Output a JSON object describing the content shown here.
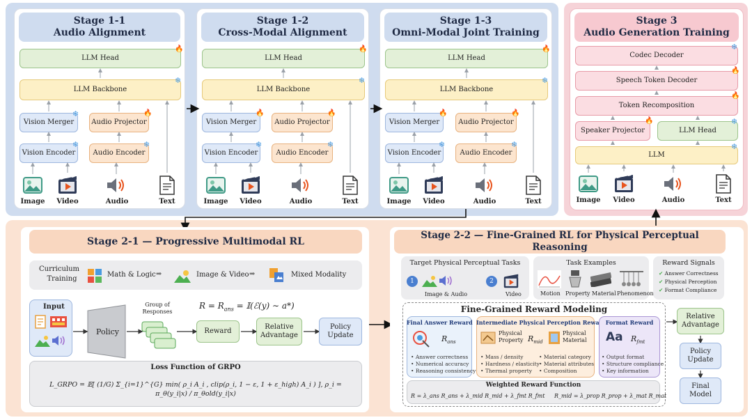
{
  "stage1": [
    {
      "title_line1": "Stage 1-1",
      "title_line2": "Audio Alignment"
    },
    {
      "title_line1": "Stage 1-2",
      "title_line2": "Cross-Modal Alignment"
    },
    {
      "title_line1": "Stage 1-3",
      "title_line2": "Omni-Modal Joint Training"
    }
  ],
  "common": {
    "llm_head": "LLM Head",
    "llm_backbone": "LLM Backbone",
    "vision_merger": "Vision Merger",
    "vision_encoder": "Vision Encoder",
    "audio_projector": "Audio Projector",
    "audio_encoder": "Audio Encoder",
    "image": "Image",
    "video": "Video",
    "audio": "Audio",
    "text": "Text"
  },
  "stage3": {
    "title_line1": "Stage 3",
    "title_line2": "Audio Generation Training",
    "codec_decoder": "Codec Decoder",
    "speech_token_decoder": "Speech Token Decoder",
    "token_recomposition": "Token Recomposition",
    "speaker_projector": "Speaker Projector",
    "llm_head": "LLM Head",
    "llm": "LLM"
  },
  "stage21": {
    "title": "Stage 2-1 — Progressive Multimodal RL",
    "curriculum_line1": "Curriculum",
    "curriculum_line2": "Training",
    "c1": "Math & Logic",
    "c2": "Image & Video",
    "c3": "Mixed Modality",
    "input": "Input",
    "policy": "Policy",
    "group_line1": "Group of",
    "group_line2": "Responses",
    "formula_r": "R = R",
    "formula_r_sub": "ans",
    "formula_rhs": " =  𝕀(ℰ(y) ∼ a*)",
    "reward": "Reward",
    "rel_adv_line1": "Relative",
    "rel_adv_line2": "Advantage",
    "policy_update_line1": "Policy",
    "policy_update_line2": "Update",
    "loss_title": "Loss Function of GRPO",
    "loss_formula": "L_GRPO = 𝔼[ (1/G) Σ_{i=1}^{G} min( ρ_i A_i , clip(ρ_i, 1 − ε, 1 + ε_high) A_i ) ],   ρ_i = π_θ(y_i|x) / π_θold(y_i|x)"
  },
  "stage22": {
    "title": "Stage 2-2 — Fine-Grained RL for Physical Perceptual Reasoning",
    "target_title": "Target Physical Perceptual Tasks",
    "n1": "1",
    "n2": "2",
    "t1": "Image & Audio",
    "t2": "Video",
    "examples_title": "Task Examples",
    "e1": "Motion",
    "e2": "Property",
    "e3": "Material",
    "e4": "Phenomenon",
    "signals_title": "Reward Signals",
    "s1": "Answer Correctness",
    "s2": "Physical Perception",
    "s3": "Format Compliance",
    "fgrm_title": "Fine-Grained Reward Modeling",
    "far_title": "Final Answer Reward",
    "far_sym": "R",
    "far_sub": "ans",
    "far_b1": "Answer correctness",
    "far_b2": "Numerical accuracy",
    "far_b3": "Reasoning consistency",
    "ippr_title": "Intermediate Physical Perception Reward",
    "pp_line1": "Physical",
    "pp_line2": "Property",
    "ippr_sym": "R",
    "ippr_sub": "mid",
    "pm_line1": "Physical",
    "pm_line2": "Material",
    "ippr_b1": "Mass / density",
    "ippr_b2": "Hardness / elasticity",
    "ippr_b3": "Thermal property",
    "ippr_b4": "Material category",
    "ippr_b5": "Material attributes",
    "ippr_b6": "Composition",
    "fr_title": "Format Reward",
    "fr_glyph": "Aa",
    "fr_sym": "R",
    "fr_sub": "fmt",
    "fr_b1": "Output format",
    "fr_b2": "Structure compliance",
    "fr_b3": "Key information",
    "wrf_title": "Weighted Reward Function",
    "wrf_left": "R = λ_ans R_ans + λ_mid R_mid + λ_fmt R_fmt",
    "wrf_right": "R_mid = λ_prop R_prop + λ_mat R_mat",
    "rel_adv_line1": "Relative",
    "rel_adv_line2": "Advantage",
    "policy_update_line1": "Policy",
    "policy_update_line2": "Update",
    "final_line1": "Final",
    "final_line2": "Model"
  },
  "colors": {
    "zone_blue": "#cfdcef",
    "zone_pink": "#f6d3d8",
    "zone_orange": "#fbe3d3",
    "title_blue": "#cfdcef",
    "title_pink": "#f7c9d0",
    "title_orange": "#f9d7c0"
  }
}
